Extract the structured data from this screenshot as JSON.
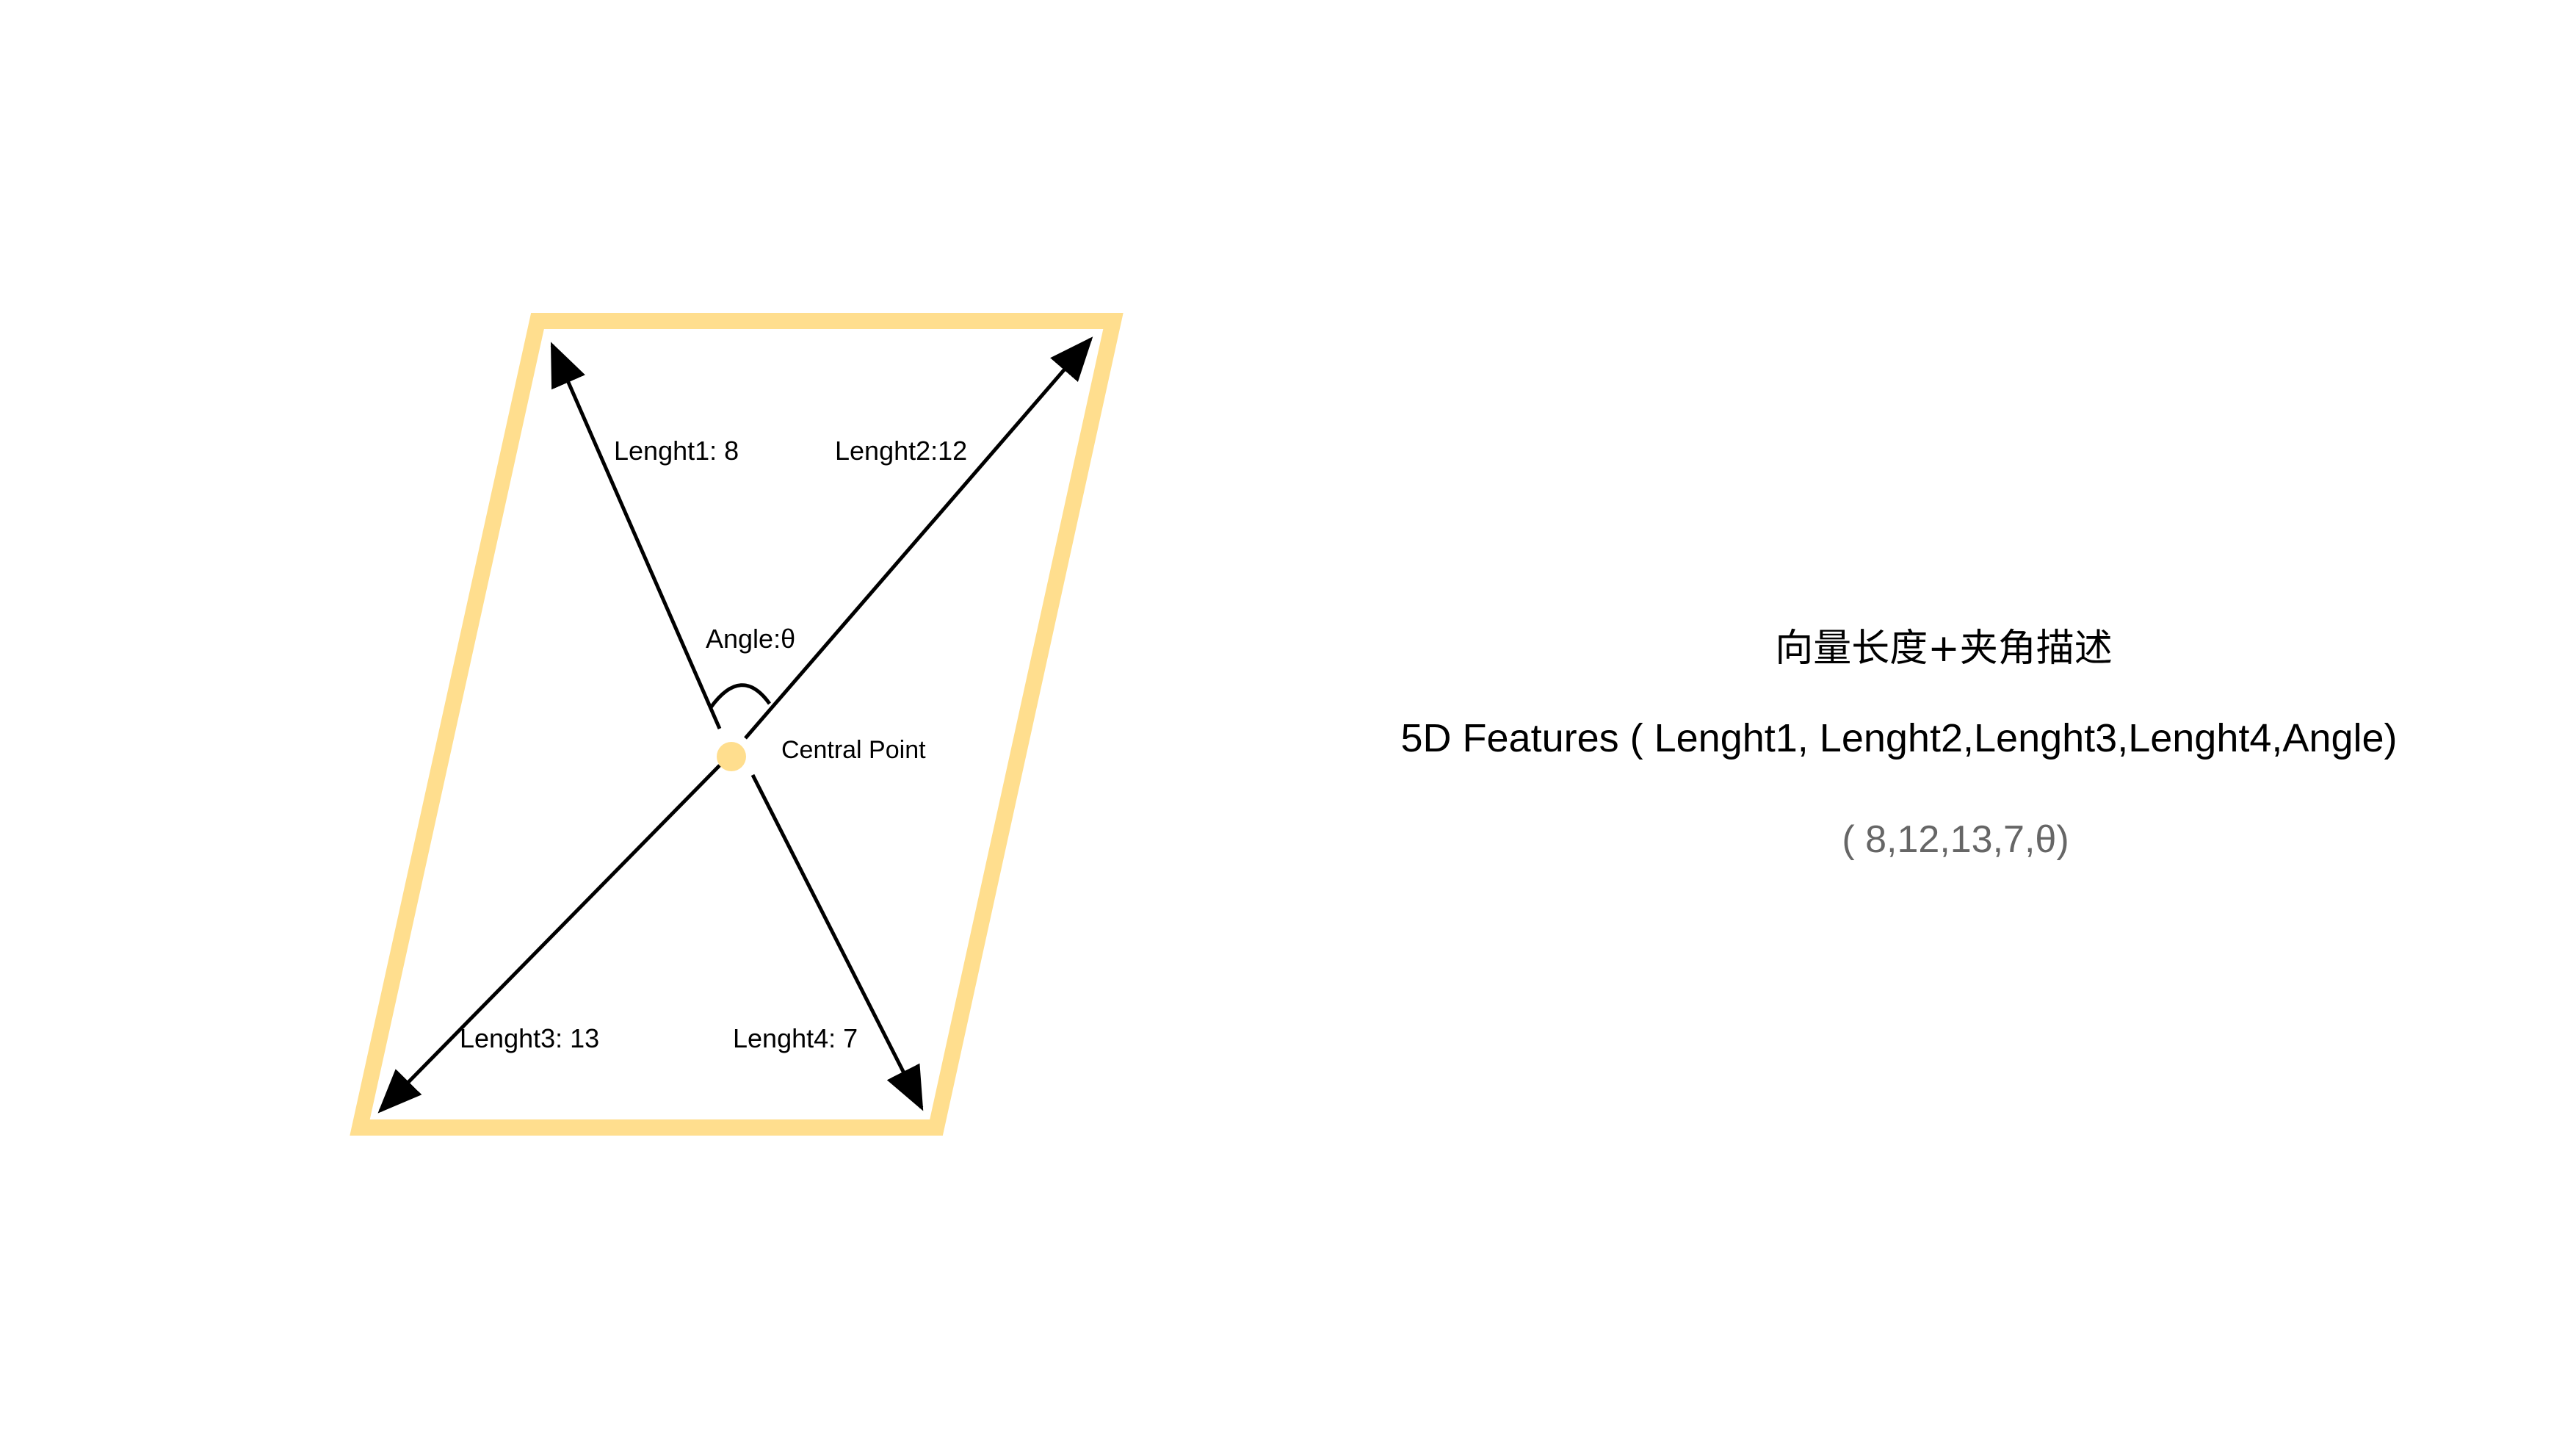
{
  "colors": {
    "frame": "#FFDE8E",
    "arrow": "#000000",
    "center_point": "#FFDE8E",
    "example_text": "#666666"
  },
  "diagram": {
    "vectors": [
      {
        "label": "Lenght1: 8",
        "length": 8
      },
      {
        "label": "Lenght2:12",
        "length": 12
      },
      {
        "label": "Lenght3: 13",
        "length": 13
      },
      {
        "label": "Lenght4: 7",
        "length": 7
      }
    ],
    "angle_label": "Angle:θ",
    "center_label": "Central Point"
  },
  "description": {
    "title": "向量长度+夹角描述",
    "features": "5D Features ( Lenght1, Lenght2,Lenght3,Lenght4,Angle)",
    "example": "( 8,12,13,7,θ)"
  }
}
